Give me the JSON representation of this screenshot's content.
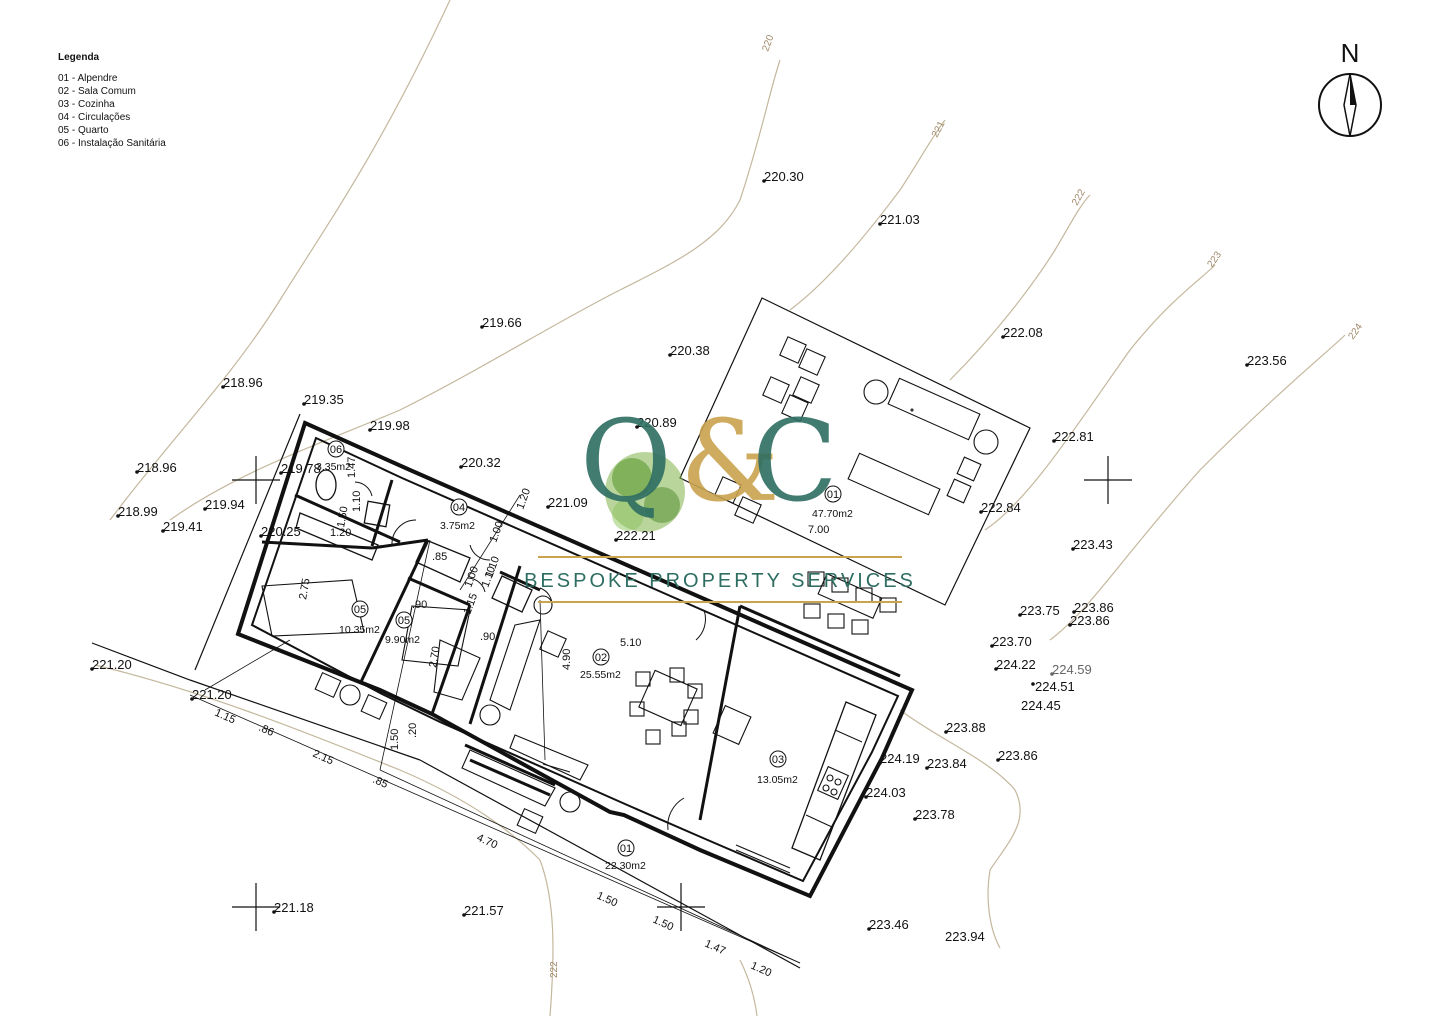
{
  "legend": {
    "title": "Legenda",
    "items": [
      "01 - Alpendre",
      "02 - Sala Comum",
      "03 - Cozinha",
      "04 - Circulações",
      "05 - Quarto",
      "06 - Instalação Sanitária"
    ]
  },
  "north_label": "N",
  "logo": {
    "mark": "Q&C",
    "tagline": "BESPOKE PROPERTY SERVICES"
  },
  "contour_labels": [
    "220",
    "221",
    "222",
    "223",
    "224",
    "222"
  ],
  "elevations": [
    "220.30",
    "221.03",
    "219.66",
    "220.38",
    "222.08",
    "223.56",
    "218.96",
    "219.35",
    "219.98",
    "220.89",
    "222.81",
    "218.96",
    "219.78",
    "220.32",
    "218.99",
    "219.94",
    "219.41",
    "220.25",
    "221.09",
    "222.84",
    "222.21",
    "223.43",
    "223.75",
    "223.86",
    "223.86",
    "223.70",
    "224.22",
    "224.59",
    "224.51",
    "224.45",
    "221.20",
    "221.20",
    "223.88",
    "224.19",
    "223.84",
    "223.86",
    "224.03",
    "223.78",
    "221.18",
    "221.57",
    "223.46",
    "223.94"
  ],
  "rooms": [
    {
      "id": "06",
      "area": "3.35m2"
    },
    {
      "id": "04",
      "area": "3.75m2"
    },
    {
      "id": "05",
      "area": "10.35m2"
    },
    {
      "id": "05",
      "area": "9.90m2"
    },
    {
      "id": "02",
      "area": "25.55m2"
    },
    {
      "id": "03",
      "area": "13.05m2"
    },
    {
      "id": "01",
      "area": "22.30m2"
    },
    {
      "id": "01",
      "area": "47.70m2"
    }
  ],
  "dimensions": [
    "1.47",
    "1.10",
    "1.50",
    "2.75",
    "1.00",
    "1.10",
    "1.00",
    "1.15",
    "1.10",
    "1.20",
    ".90",
    ".85",
    "1.50",
    ".90",
    "2.70",
    "5.10",
    "4.90",
    "7.00",
    "1.15",
    ".86",
    "2.15",
    ".85",
    ".20",
    "1.50",
    "4.70",
    "1.50",
    "1.47",
    "1.20",
    "1.20"
  ],
  "colors": {
    "contour": "#c4b89d",
    "wall": "#111111",
    "logo_green": "#2e6e62",
    "logo_gold": "#c9a34e",
    "tree": "#7fb34a"
  }
}
